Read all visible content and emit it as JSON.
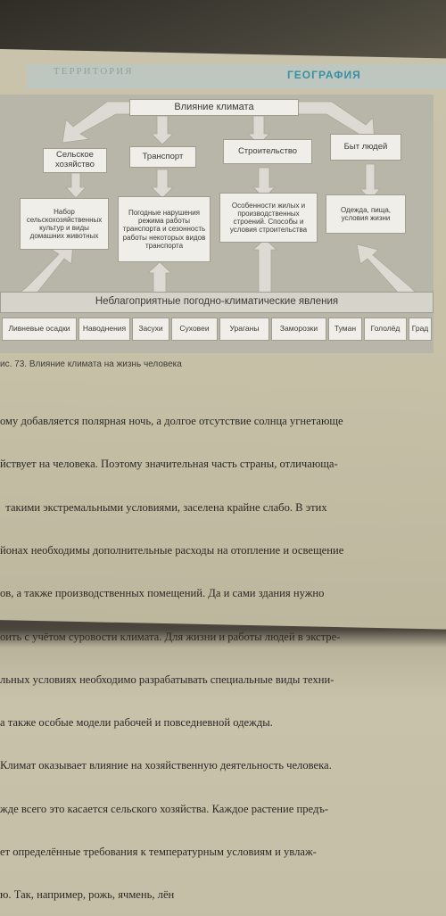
{
  "header": {
    "faded_text": "ТЕРРИТОРИЯ",
    "subject": "ГЕОГРАФИЯ"
  },
  "diagram": {
    "top": "Влияние климата",
    "categories": [
      "Сельское хозяйство",
      "Транспорт",
      "Строительство",
      "Быт людей"
    ],
    "details": [
      "Набор сельскохозяйственных культур и виды домашних животных",
      "Погодные нарушения режима работы транспорта и сезонность работы некоторых видов транспорта",
      "Особенности жилых и производственных строений. Способы и условия строительства",
      "Одежда, пища, условия жизни"
    ],
    "bottom": "Неблагоприятные погодно-климатические явления",
    "phenomena": [
      "Ливневые осадки",
      "Наводнения",
      "Засухи",
      "Суховеи",
      "Ураганы",
      "Заморозки",
      "Туман",
      "Гололёд",
      "Град"
    ]
  },
  "caption": "ис. 73. Влияние климата на жизнь человека",
  "text_lines": [
    "ому добавляется полярная ночь, а долгое отсутствие солнца угнетающе",
    "йствует на человека. Поэтому значительная часть страны, отличающа-",
    "  такими экстремальными условиями, заселена крайне слабо. В этих",
    "йонах необходимы дополнительные расходы на отопление и освещение",
    "ов, а также производственных помещений. Да и сами здания нужно",
    "оить с учётом суровости климата. Для жизни и работы людей в экстре-",
    "льных условиях необходимо разрабатывать специальные виды техни-",
    "а также особые модели рабочей и повседневной одежды.",
    "Климат оказывает влияние на хозяйственную деятельность человека.",
    "жде всего это касается сельского хозяйства. Каждое растение предъ-",
    "ет определённые требования к температурным условиям и увлаж-",
    "ю. Так, например, рожь, ячмень, лён"
  ],
  "colors": {
    "diagram_bg": "#b8b6a8",
    "arrow": "#d8d6ce",
    "box": "#efeee8",
    "accent": "#3a8fa0"
  }
}
